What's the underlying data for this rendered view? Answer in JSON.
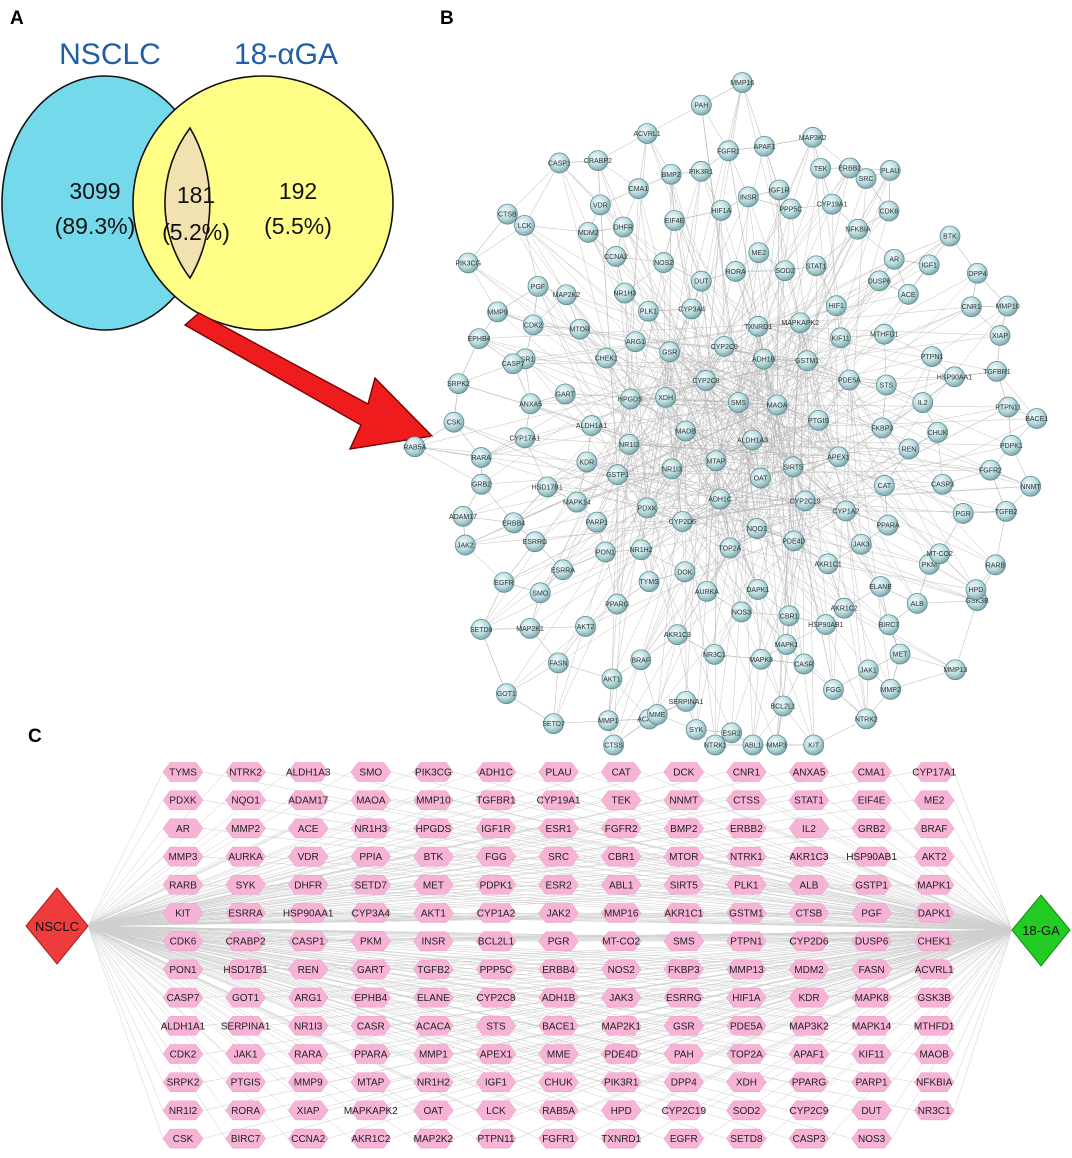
{
  "panels": {
    "a": "A",
    "b": "B",
    "c": "C"
  },
  "venn": {
    "left_title": "NSCLC",
    "right_title": "18-αGA",
    "left_only": {
      "count": "3099",
      "pct": "(89.3%)"
    },
    "overlap": {
      "count": "181",
      "pct": "(5.2%)"
    },
    "right_only": {
      "count": "192",
      "pct": "(5.5%)"
    },
    "colors": {
      "left": "#74d9ea",
      "right": "#ffff88",
      "overlap": "#f2e2b0",
      "arrow": "#ee1c1c"
    }
  },
  "network": {
    "nodes": [
      "ALDH1A3",
      "MTAP",
      "SMS",
      "OAT",
      "MADB",
      "MAOA",
      "ADH1C",
      "CYP2C8",
      "SIRT5",
      "NR1I3",
      "ADH1B",
      "NQO1",
      "XDH",
      "PTGIS",
      "CYP2D6",
      "CYP2C9",
      "CYP2C19",
      "NR1I2",
      "GSTM1",
      "TOP2A",
      "GSR",
      "APEX1",
      "PDXK",
      "TXNRD1",
      "PDE4D",
      "HPGDS",
      "PDE5A",
      "DOK",
      "CYP3A4",
      "CYP1A2",
      "GSTP1",
      "MAPKAPK2",
      "DAPK1",
      "ARG1",
      "FKBP3",
      "NR1H2",
      "RORA",
      "AKR1C1",
      "ALDH1A1",
      "KIF11",
      "AURKA",
      "PLK1",
      "CAT",
      "PARP1",
      "SOD2",
      "CBR1",
      "CHEK1",
      "STS",
      "TYMS",
      "DUT",
      "JAK3",
      "KDR",
      "HIF1",
      "NOS3",
      "NR1H3",
      "REN",
      "PON1",
      "ME2",
      "AKR1C2",
      "GART",
      "MTHFD1",
      "AKR1C3",
      "NOS2",
      "PPARA",
      "MAPK14",
      "STAT1",
      "MAPK1",
      "MTOR",
      "IL2",
      "PPARG",
      "HIF1A",
      "ELANE",
      "CYP17A1",
      "DUSP6",
      "NR3C1",
      "CCNA2",
      "CASP3",
      "ESRRA",
      "PPP5C",
      "HSP90AB1",
      "ESR1",
      "PTPN1",
      "BRAF",
      "EIF4E",
      "PKM",
      "HSD17B1",
      "NFKBIA",
      "MAPK8",
      "MAP2K2",
      "CHUK",
      "AKT2",
      "INSR",
      "BIRC7",
      "ANXA5",
      "ACE",
      "SERPINA1",
      "DHFR",
      "PGR",
      "ESRRG",
      "CYP19A1",
      "CASR",
      "CDK2",
      "HSP90AA1",
      "AKT1",
      "PIK3R1",
      "ALB",
      "RARA",
      "AR",
      "ESR2",
      "MDM2",
      "FGFR2",
      "SMO",
      "IGF1R",
      "JAK1",
      "CASP7",
      "CNR1",
      "ACACA",
      "CMA1",
      "MT-CO2",
      "ERBB4",
      "SRC",
      "BCL2L1",
      "PGF",
      "PTPN11",
      "FASN",
      "FGFR1",
      "MET",
      "CSK",
      "IGF1",
      "SYK",
      "VDR",
      "TGFB2",
      "EGFR",
      "TEK",
      "FGG",
      "MMP9",
      "XIAP",
      "MMP1",
      "BMP2",
      "GSK3B",
      "GRB2",
      "CDK6",
      "ABL1",
      "LCK",
      "PDPK1",
      "MAP2K1",
      "APAF1",
      "MMP2",
      "SRPK2",
      "DPP4",
      "MME",
      "CRABP2",
      "RARB",
      "JAK2",
      "ERBB2",
      "KIT",
      "PIK3CG",
      "TGFBR1",
      "SETD7",
      "PAH",
      "MMP13",
      "RAB5A",
      "BTK",
      "NTRK1",
      "CASP1",
      "NNMT",
      "SETD8",
      "MAP3K2",
      "NTRK2",
      "EPHB4",
      "MMP10",
      "CTSS",
      "ACVRL1",
      "HPD",
      "ADAM17",
      "PLAU",
      "MMP3",
      "CTSB",
      "BACE1",
      "GOT1",
      "MMP16"
    ],
    "colors": {
      "node": "#b9dcdf",
      "node_edge": "#5e8c93",
      "link": "#b5b5b5"
    }
  },
  "target_grid": {
    "left_hub": "NSCLC",
    "right_hub": "18-GA",
    "colors": {
      "hex": "#f7b3d6",
      "left_hub": "#ee3b3b",
      "right_hub": "#22cc22",
      "link": "#cfcfcf"
    },
    "columns": [
      [
        "TYMS",
        "PDXK",
        "AR",
        "MMP3",
        "RARB",
        "KIT",
        "CDK6",
        "PON1",
        "CASP7",
        "ALDH1A1",
        "CDK2",
        "SRPK2",
        "NR1I2",
        "CSK"
      ],
      [
        "NTRK2",
        "NQO1",
        "MMP2",
        "AURKA",
        "SYK",
        "ESRRA",
        "CRABP2",
        "HSD17B1",
        "GOT1",
        "SERPINA1",
        "JAK1",
        "PTGIS",
        "RORA",
        "BIRC7"
      ],
      [
        "ALDH1A3",
        "ADAM17",
        "ACE",
        "VDR",
        "DHFR",
        "HSP90AA1",
        "CASP1",
        "REN",
        "ARG1",
        "NR1I3",
        "RARA",
        "MMP9",
        "XIAP",
        "CCNA2"
      ],
      [
        "SMO",
        "MAOA",
        "NR1H3",
        "PPIA",
        "SETD7",
        "CYP3A4",
        "PKM",
        "GART",
        "EPHB4",
        "CASR",
        "PPARA",
        "MTAP",
        "MAPKAPK2",
        "AKR1C2"
      ],
      [
        "PIK3CG",
        "MMP10",
        "HPGDS",
        "BTK",
        "MET",
        "AKT1",
        "INSR",
        "TGFB2",
        "ELANE",
        "ACACA",
        "MMP1",
        "NR1H2",
        "OAT",
        "MAP2K2"
      ],
      [
        "ADH1C",
        "TGFBR1",
        "IGF1R",
        "FGG",
        "PDPK1",
        "CYP1A2",
        "BCL2L1",
        "PPP5C",
        "CYP2C8",
        "STS",
        "APEX1",
        "IGF1",
        "LCK",
        "PTPN11"
      ],
      [
        "PLAU",
        "CYP19A1",
        "ESR1",
        "SRC",
        "ESR2",
        "JAK2",
        "PGR",
        "ERBB4",
        "ADH1B",
        "BACE1",
        "MME",
        "CHUK",
        "RAB5A",
        "FGFR1"
      ],
      [
        "CAT",
        "TEK",
        "FGFR2",
        "CBR1",
        "ABL1",
        "MMP16",
        "MT-CO2",
        "NOS2",
        "JAK3",
        "MAP2K1",
        "PDE4D",
        "PIK3R1",
        "HPD",
        "TXNRD1"
      ],
      [
        "DCK",
        "NNMT",
        "BMP2",
        "MTOR",
        "SIRT5",
        "AKR1C1",
        "SMS",
        "FKBP3",
        "ESRRG",
        "GSR",
        "PAH",
        "DPP4",
        "CYP2C19",
        "EGFR"
      ],
      [
        "CNR1",
        "CTSS",
        "ERBB2",
        "NTRK1",
        "PLK1",
        "GSTM1",
        "PTPN1",
        "MMP13",
        "HIF1A",
        "PDE5A",
        "TOP2A",
        "XDH",
        "SOD2",
        "SETD8"
      ],
      [
        "ANXA5",
        "STAT1",
        "IL2",
        "AKR1C3",
        "ALB",
        "CTSB",
        "CYP2D6",
        "MDM2",
        "KDR",
        "MAP3K2",
        "APAF1",
        "PPARG",
        "CYP2C9",
        "CASP3"
      ],
      [
        "CMA1",
        "EIF4E",
        "GRB2",
        "HSP90AB1",
        "GSTP1",
        "PGF",
        "DUSP6",
        "FASN",
        "MAPK8",
        "MAPK14",
        "KIF11",
        "PARP1",
        "DUT",
        "NOS3"
      ],
      [
        "CYP17A1",
        "ME2",
        "BRAF",
        "AKT2",
        "MAPK1",
        "DAPK1",
        "CHEK1",
        "ACVRL1",
        "GSK3B",
        "MTHFD1",
        "MAOB",
        "NFKBIA",
        "NR3C1"
      ]
    ]
  }
}
